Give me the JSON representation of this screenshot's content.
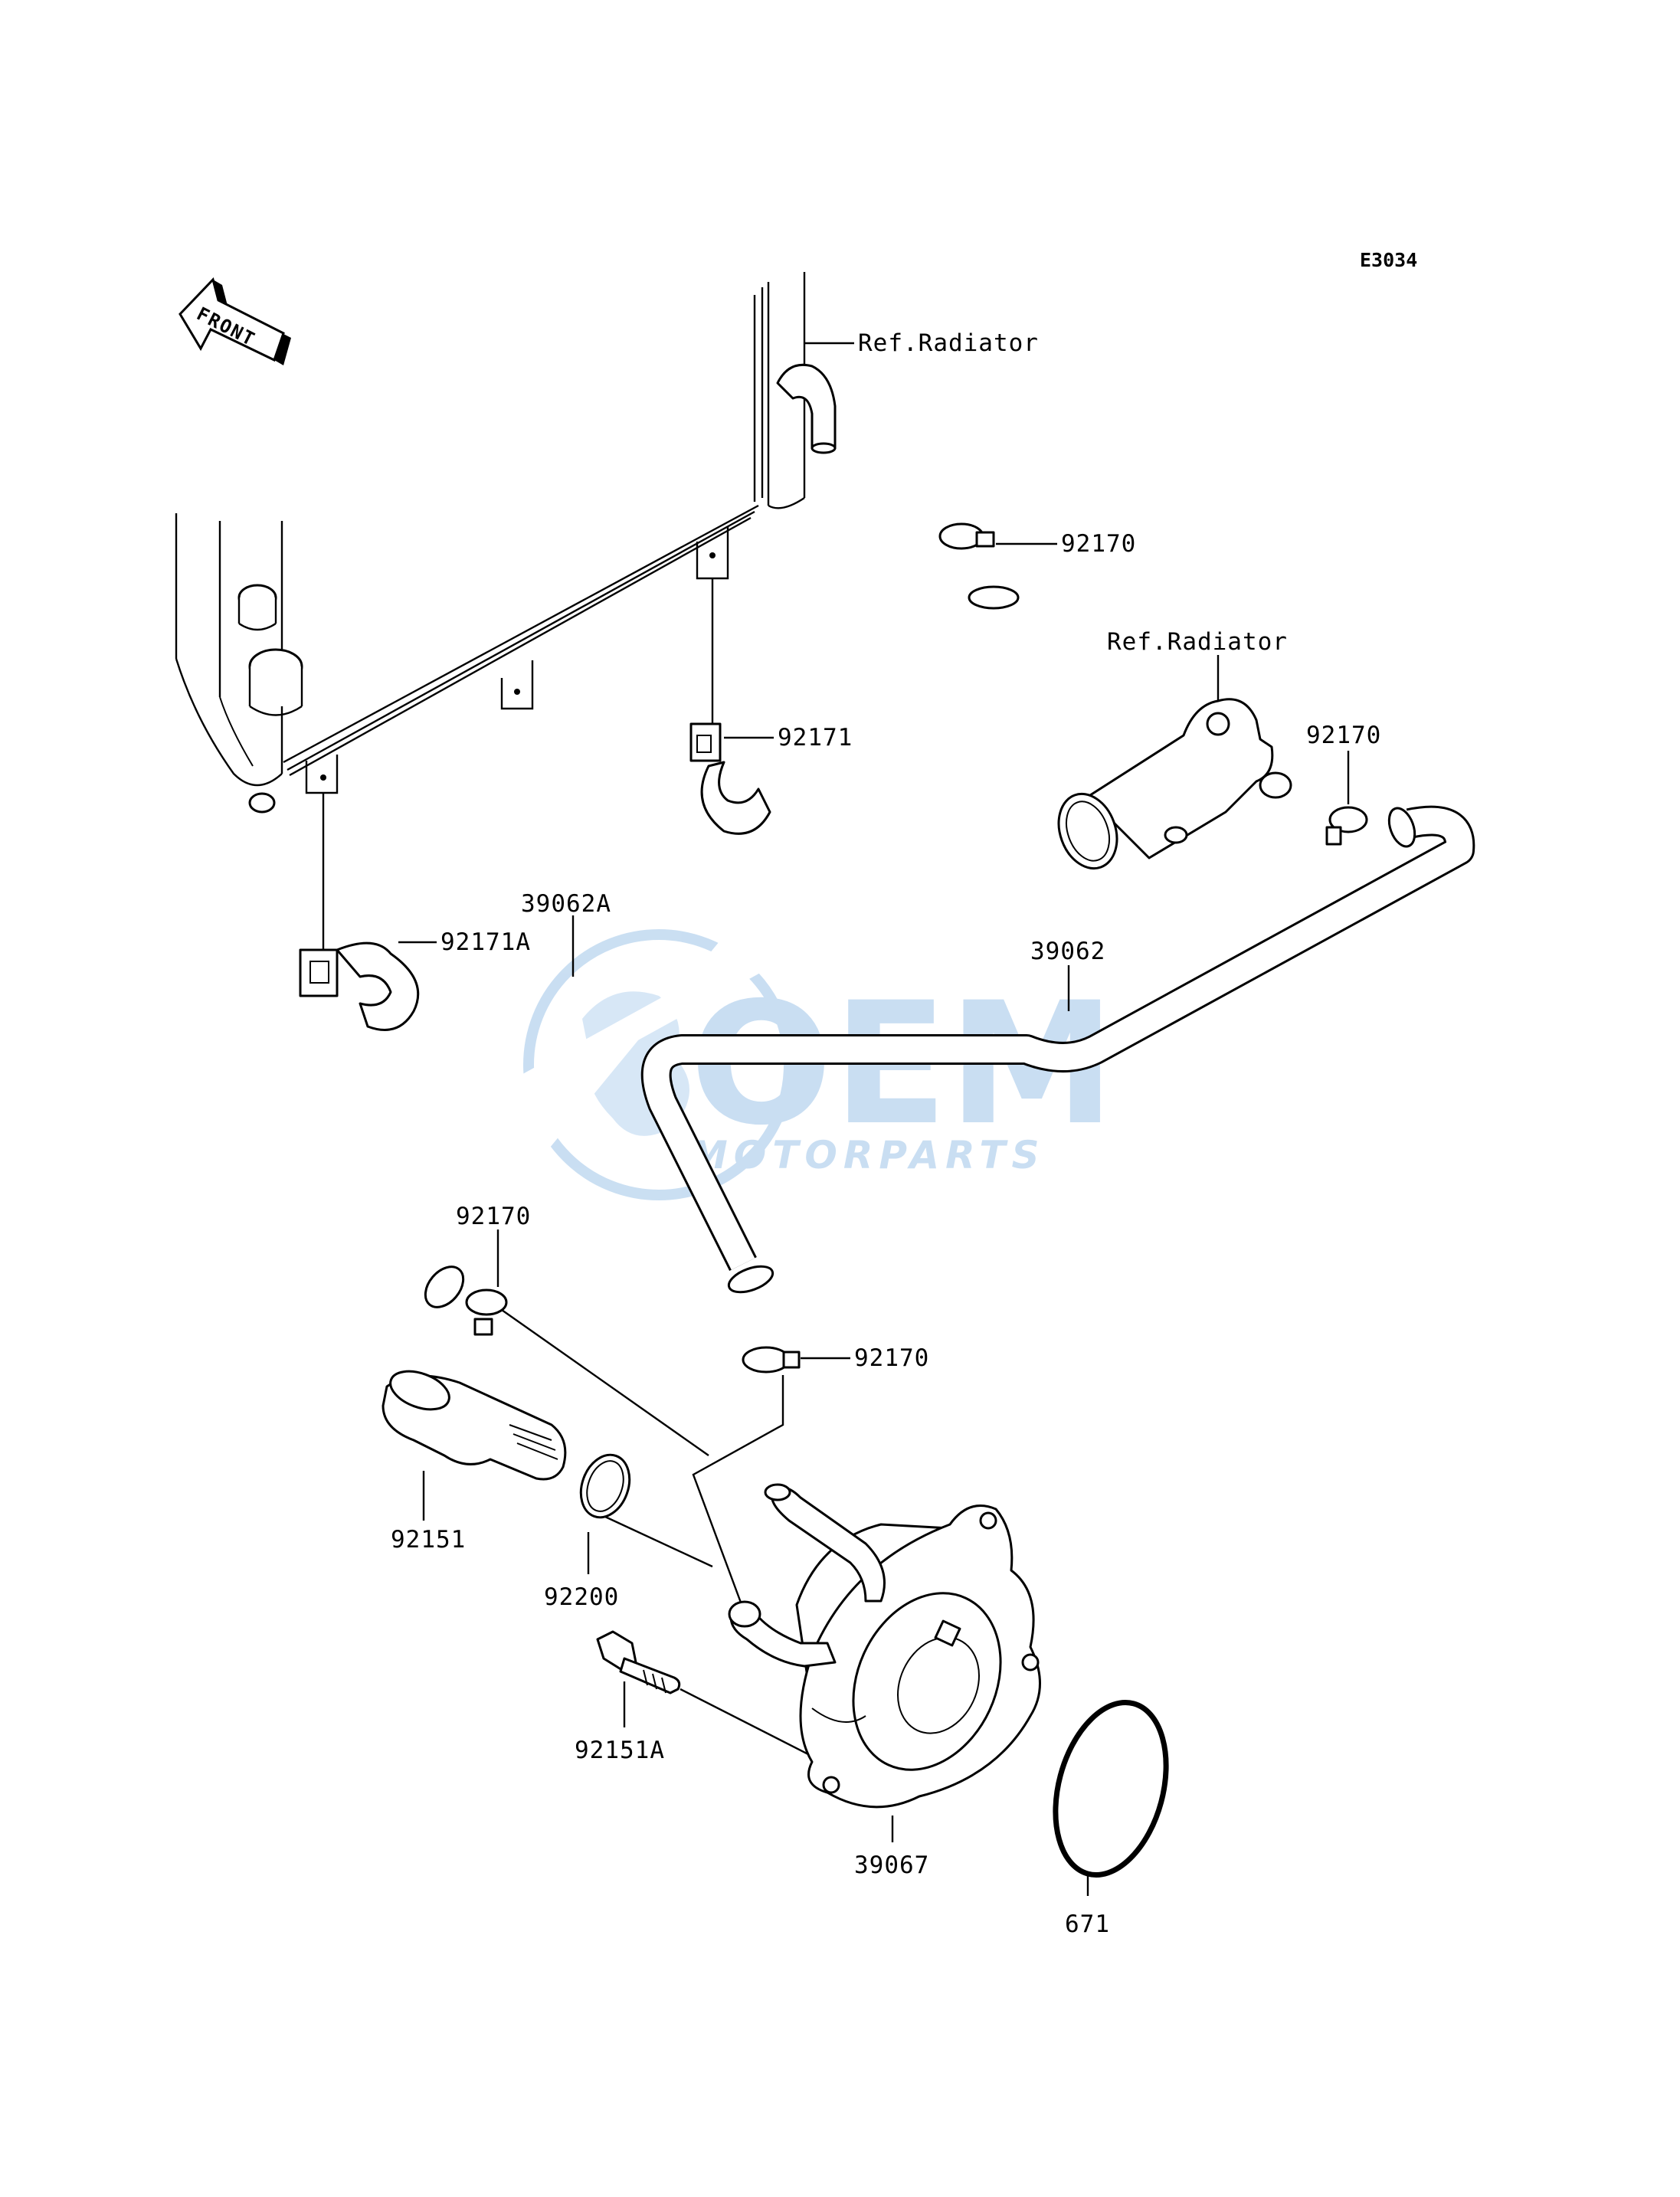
{
  "diagram_code": "E3034",
  "front_marker": "FRONT",
  "watermark": {
    "brand": "OEM",
    "subtitle": "MOTORPARTS",
    "color": "#9ec4e8"
  },
  "references": {
    "radiator_top": "Ref.Radiator",
    "radiator_fitting": "Ref.Radiator"
  },
  "parts": {
    "clamp_top": "92170",
    "clamp_right": "92170",
    "clamp_left": "92170",
    "clamp_center": "92170",
    "holder": "92171",
    "holder_a": "92171A",
    "hose_a": "39062A",
    "hose": "39062",
    "fitting": "92151",
    "oring": "92200",
    "bolt": "92151A",
    "oil_cooler": "39067",
    "oring_large": "671"
  }
}
